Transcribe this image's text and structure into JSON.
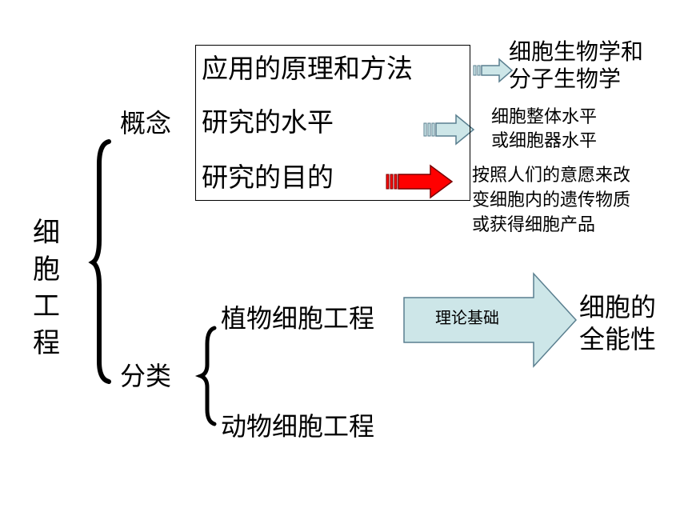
{
  "title_vertical": [
    "细",
    "胞",
    "工",
    "程"
  ],
  "labels": {
    "concept": "概念",
    "classification": "分类"
  },
  "concept_items": [
    {
      "text": "应用的原理和方法",
      "result_lines": [
        "细胞生物学和",
        "分子生物学"
      ]
    },
    {
      "text": "研究的水平",
      "result_lines": [
        "细胞整体水平",
        "或细胞器水平"
      ]
    },
    {
      "text": "研究的目的",
      "result_lines": [
        "按照人们的意愿来改",
        "变细胞内的遗传物质",
        "或获得细胞产品"
      ]
    }
  ],
  "classification_items": [
    {
      "text": "植物细胞工程"
    },
    {
      "text": "动物细胞工程"
    }
  ],
  "big_arrow": {
    "label": "理论基础",
    "fill": "#cde6e8"
  },
  "plant_result_lines": [
    "细胞的",
    "全能性"
  ],
  "colors": {
    "arrow_light": "#cde6e8",
    "arrow_red": "#ff0000",
    "arrow_stroke": "#5a7f8f"
  },
  "icons": [
    "brace-large",
    "brace-small",
    "arrow-light-1",
    "arrow-light-2",
    "arrow-red",
    "arrow-big"
  ]
}
